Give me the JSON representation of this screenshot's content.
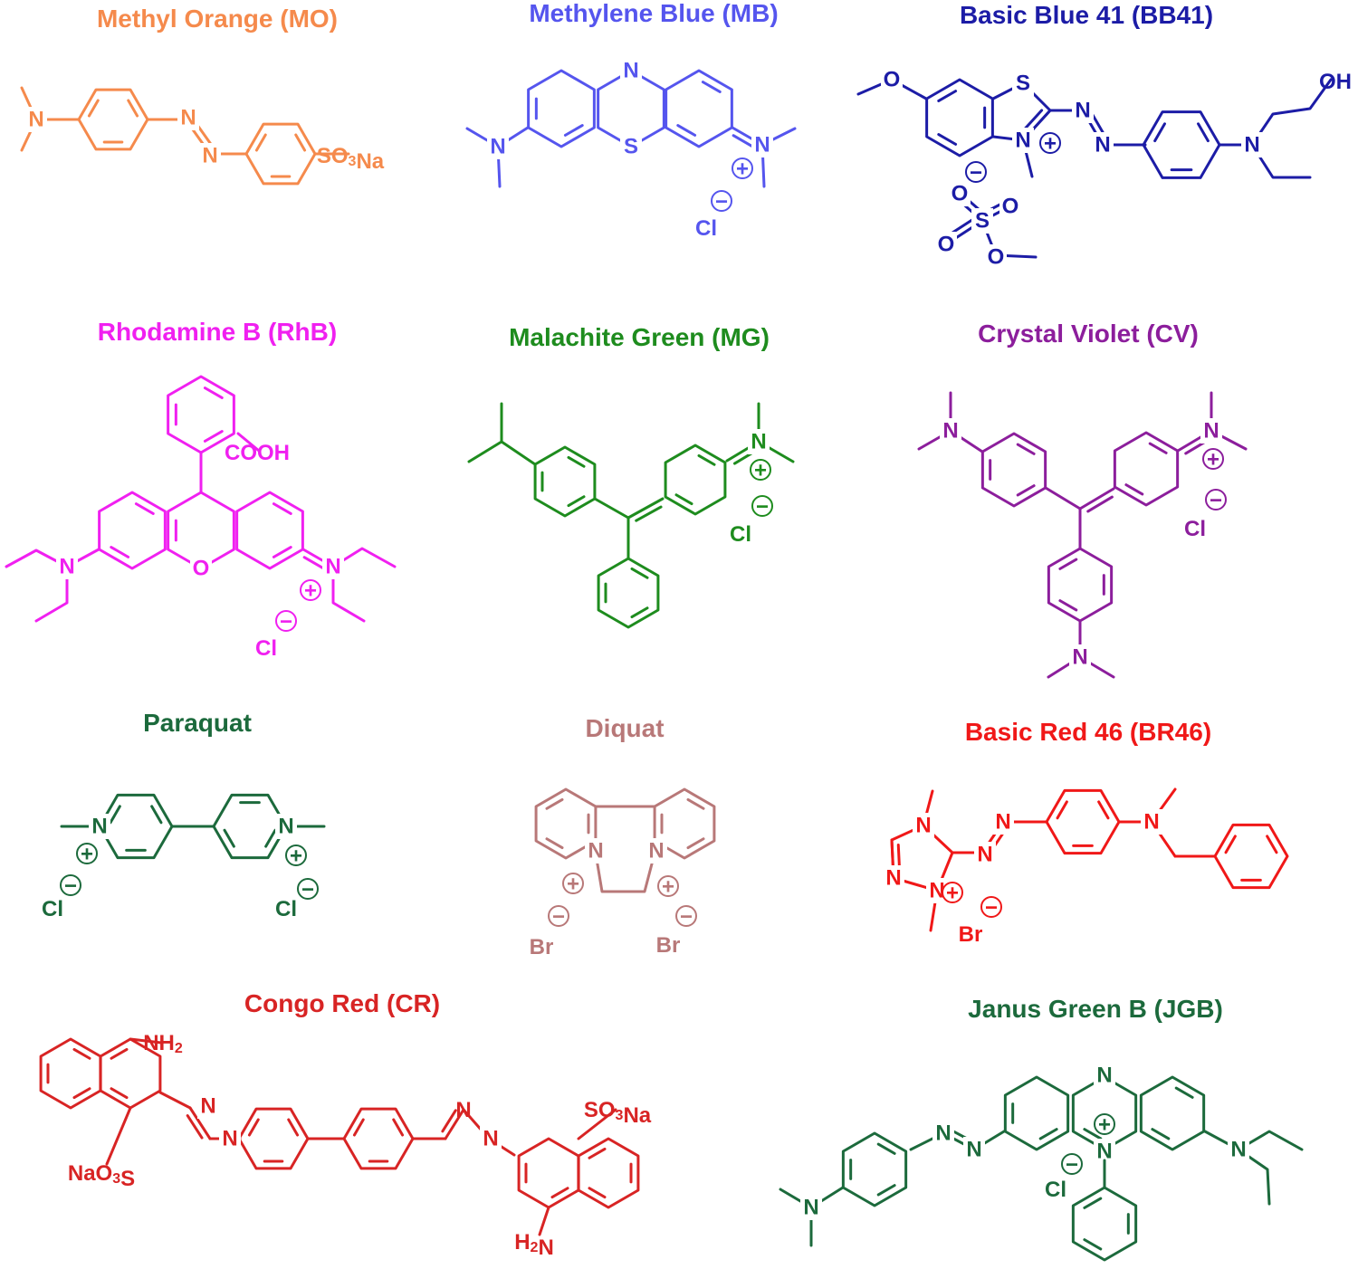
{
  "dyes": [
    {
      "title": "Methyl Orange (MO)",
      "color": "#f58a4c"
    },
    {
      "title": "Methylene Blue (MB)",
      "color": "#5555ee"
    },
    {
      "title": "Basic Blue 41 (BB41)",
      "color": "#1c1ca6"
    },
    {
      "title": "Rhodamine B (RhB)",
      "color": "#f020f0"
    },
    {
      "title": "Malachite Green (MG)",
      "color": "#1e8c1e"
    },
    {
      "title": "Crystal Violet (CV)",
      "color": "#8c1e9c"
    },
    {
      "title": "Paraquat",
      "color": "#1c6a3c"
    },
    {
      "title": "Diquat",
      "color": "#b87878"
    },
    {
      "title": "Basic Red 46 (BR46)",
      "color": "#f01818"
    },
    {
      "title": "Congo Red (CR)",
      "color": "#d82424"
    },
    {
      "title": "Janus Green B (JGB)",
      "color": "#1c6a3c"
    }
  ],
  "atoms": {
    "N": "N",
    "S": "S",
    "O": "O",
    "OH": "OH",
    "COOH": "COOH",
    "SO3Na": "SO3Na",
    "NaO3S": "NaO3S",
    "NH2": "NH2",
    "H2N": "H2N",
    "Cl": "Cl",
    "Br": "Br",
    "plus": "+",
    "minus": "−"
  }
}
